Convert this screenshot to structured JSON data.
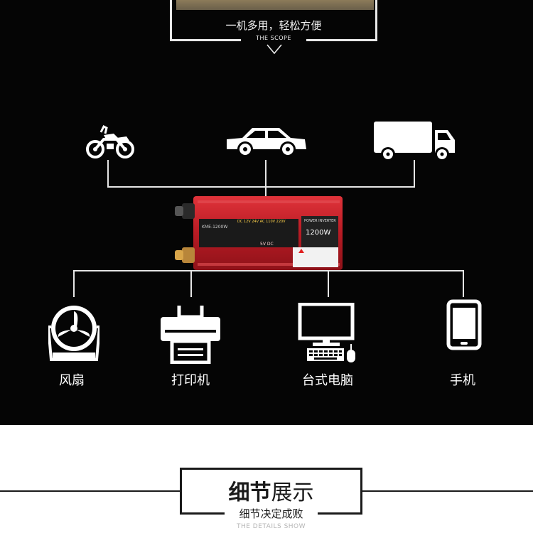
{
  "scope": {
    "subtitle": "一机多用，轻松方便",
    "english": "THE SCOPE"
  },
  "vehicles": [
    {
      "name": "motorcycle-icon"
    },
    {
      "name": "car-icon"
    },
    {
      "name": "truck-icon"
    }
  ],
  "inverter": {
    "model": "KME-1200W",
    "brand_line": "POWER INVERTER",
    "power": "1200W",
    "usb": "5V DC",
    "voltages": "DC 12V 24V AC 110V 220V"
  },
  "devices": [
    {
      "label": "风扇",
      "icon": "fan-icon"
    },
    {
      "label": "打印机",
      "icon": "printer-icon"
    },
    {
      "label": "台式电脑",
      "icon": "desktop-computer-icon"
    },
    {
      "label": "手机",
      "icon": "mobile-phone-icon"
    }
  ],
  "details": {
    "title_bold": "细节",
    "title_light": "展示",
    "subtitle": "细节决定成败",
    "english": "THE DETAILS SHOW"
  },
  "colors": {
    "background_dark": "#050505",
    "inverter_red": "#c8232b",
    "line": "#e6e6e6"
  }
}
